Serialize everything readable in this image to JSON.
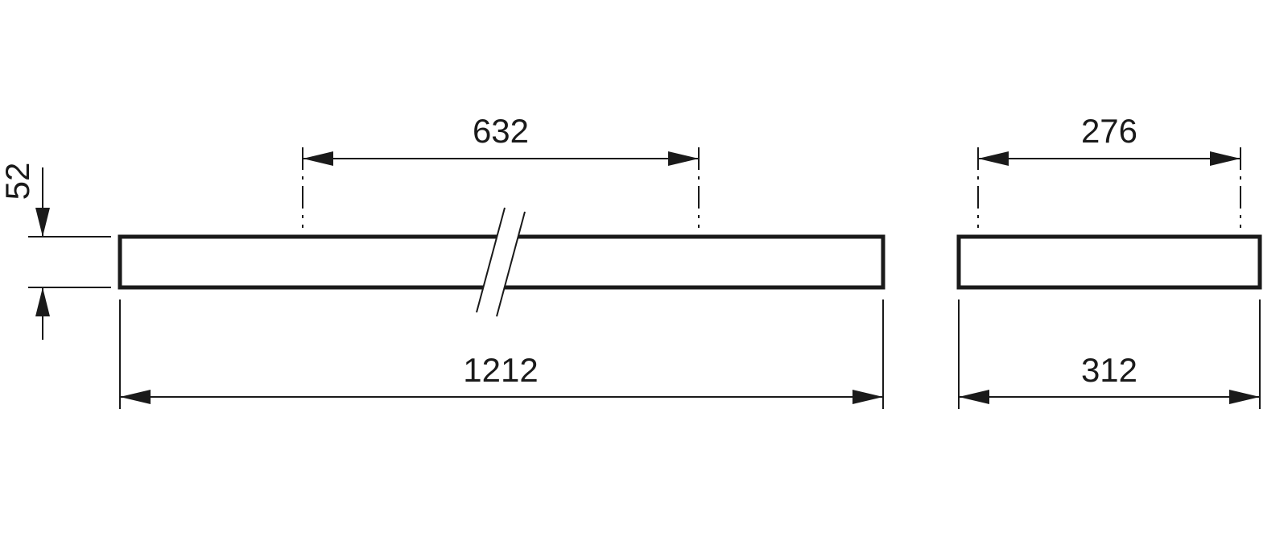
{
  "drawing": {
    "dimensions": {
      "height": "52",
      "mounting_distance_length": "632",
      "overall_length": "1212",
      "mounting_distance_width": "276",
      "overall_width": "312"
    },
    "line_color": "#1a1a1a"
  }
}
